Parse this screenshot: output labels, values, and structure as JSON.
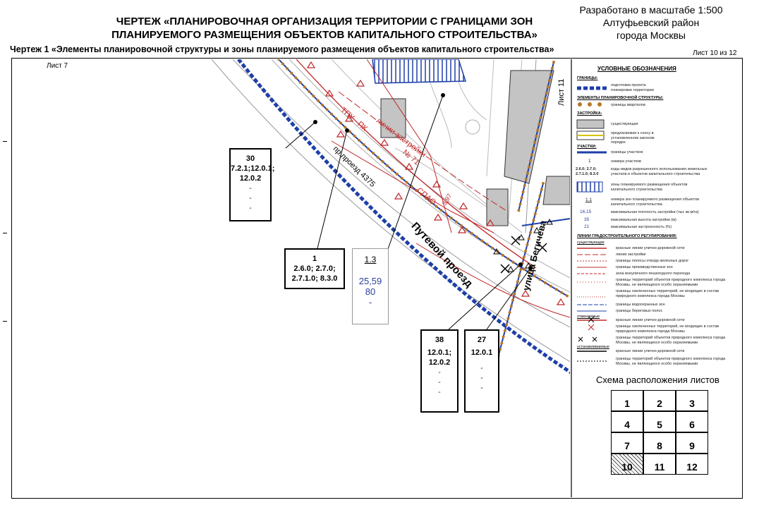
{
  "header": {
    "title_line1": "ЧЕРТЕЖ «ПЛАНИРОВОЧНАЯ ОРГАНИЗАЦИЯ ТЕРРИТОРИИ С ГРАНИЦАМИ ЗОН",
    "title_line2": "ПЛАНИРУЕМОГО РАЗМЕЩЕНИЯ ОБЪЕКТОВ КАПИТАЛЬНОГО СТРОИТЕЛЬСТВА»",
    "subtitle": "Чертеж 1 «Элементы планировочной структуры и зоны планируемого размещения объектов капитального строительства»",
    "scale": "Разработано в масштабе 1:500",
    "district": "Алтуфьевский район",
    "city": "города Москвы",
    "sheet": "Лист 10 из 12"
  },
  "map": {
    "sheet_left": "Лист 7",
    "sheet_right": "Лист 11",
    "street_putevoy": "Путевой проезд",
    "street_begicheva": "улица Бегичева",
    "proezd": "пр.проезд 4375",
    "red_labels": [
      "линии застройки",
      "ТПУ",
      "ПК",
      "№ 71",
      "СПАО",
      "3,97"
    ],
    "callouts": [
      {
        "id": "30",
        "codes": [
          "7.2.1;12.0.1;",
          "12.0.2"
        ],
        "dashes": [
          "-",
          "-",
          "-"
        ]
      },
      {
        "id": "1",
        "codes": [
          "2.6.0; 2.7.0;",
          "2.7.1.0; 8.3.0"
        ],
        "dashes": []
      },
      {
        "id": "1.3",
        "codes": [
          "25,59",
          "80",
          "-"
        ],
        "dashes": []
      },
      {
        "id": "38",
        "codes": [
          "12.0.1;",
          "12.0.2"
        ],
        "dashes": [
          "-",
          "-",
          "-"
        ]
      },
      {
        "id": "27",
        "codes": [
          "12.0.1"
        ],
        "dashes": [
          "-",
          "-",
          "-"
        ]
      }
    ]
  },
  "legend": {
    "title": "УСЛОВНЫЕ ОБОЗНАЧЕНИЯ",
    "sections": {
      "borders": "ГРАНИЦЫ:",
      "border_project": "подготовки проекта планировки территории",
      "elements": "ЭЛЕМЕНТЫ ПЛАНИРОВОЧНОЙ СТРУКТУРЫ:",
      "quarters": "границы кварталов",
      "buildings": "ЗАСТРОЙКА:",
      "existing": "существующая",
      "demolish": "предлагаемая к сносу в установленном законом порядке",
      "plots": "УЧАСТКИ:",
      "plot_borders": "границы участков",
      "plot_numbers": "номера участков",
      "codes_example": "2.6.0; 2.7.0; 2.7.1.0; 8.3.0",
      "codes_desc": "коды видов разрешенного использования земельных участков и объектов капитального строительства",
      "zones_desc": "зоны планируемого размещения объектов капитального строительства",
      "zone_num": "1.1",
      "zone_num_desc": "номера зон планируемого размещения объектов капитального строительства",
      "density_val": "16,15",
      "density_desc": "максимальная плотность застройки (тыс кв.м/га)",
      "height_val": "35",
      "height_desc": "максимальная высота застройки (м)",
      "percent_val": "21",
      "percent_desc": "максимальная застроенность (%)",
      "reg_lines": "ЛИНИИ ГРАДОСТРОИТЕЛЬНОГО РЕГУЛИРОВАНИЯ:",
      "existing_hdr": "существующие",
      "l1": "красные линии улично-дорожной сети",
      "l2": "линии застройки",
      "l3": "границы полосы отвода железных дорог",
      "l4": "границы производственных зон",
      "l5": "зона внеуличного пешеходного перехода",
      "l6": "границы территорий объектов природного комплекса города Москвы, не являющихся особо охраняемыми",
      "l7": "границы озелененных территорий, не входящих в состав природного комплекса города Москвы",
      "l8": "границы водоохранных зон",
      "l9": "границы береговых полос",
      "cancel_hdr": "отменяемые",
      "l10": "красные линии улично-дорожной сети",
      "l11": "границы озелененных территорий, не входящих в состав природного комплекса города Москвы",
      "l12": "границы территорий объектов природного комплекса города Москвы, не являющихся особо охраняемыми",
      "set_hdr": "устанавливаемые",
      "l13": "красные линии улично-дорожной сети",
      "l14": "границы территорий объектов природного комплекса города Москвы, не являющихся особо охраняемыми"
    }
  },
  "scheme": {
    "title": "Схема расположения листов",
    "cells": [
      "1",
      "2",
      "3",
      "4",
      "5",
      "6",
      "7",
      "8",
      "9",
      "10",
      "11",
      "12"
    ],
    "current": "10"
  },
  "colors": {
    "red_line": "#c0282a",
    "blue_border": "#1e3fa8",
    "quarter_dot": "#b8772a",
    "building_fill": "#bfbfbf"
  }
}
